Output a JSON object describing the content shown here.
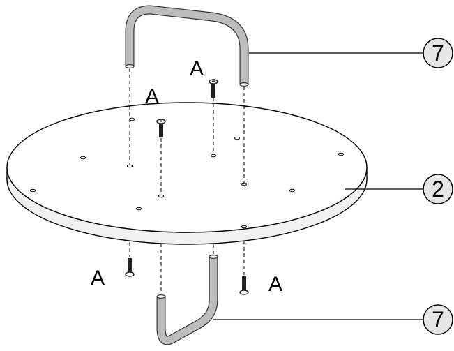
{
  "parts": {
    "screw_label_top_right": "A",
    "screw_label_top_left": "A",
    "screw_label_bottom_left": "A",
    "screw_label_bottom_right": "A",
    "callout_top_handle": "7",
    "callout_tabletop": "2",
    "callout_bottom_handle": "7"
  },
  "colors": {
    "rod_fill": "#bdbdbd",
    "rod_stroke": "#333333",
    "tabletop_fill": "#ffffff",
    "tabletop_edge": "#f0f0f0",
    "screw_fill": "#222222",
    "callout_fill": "#e6e6e6",
    "line": "#000000"
  }
}
